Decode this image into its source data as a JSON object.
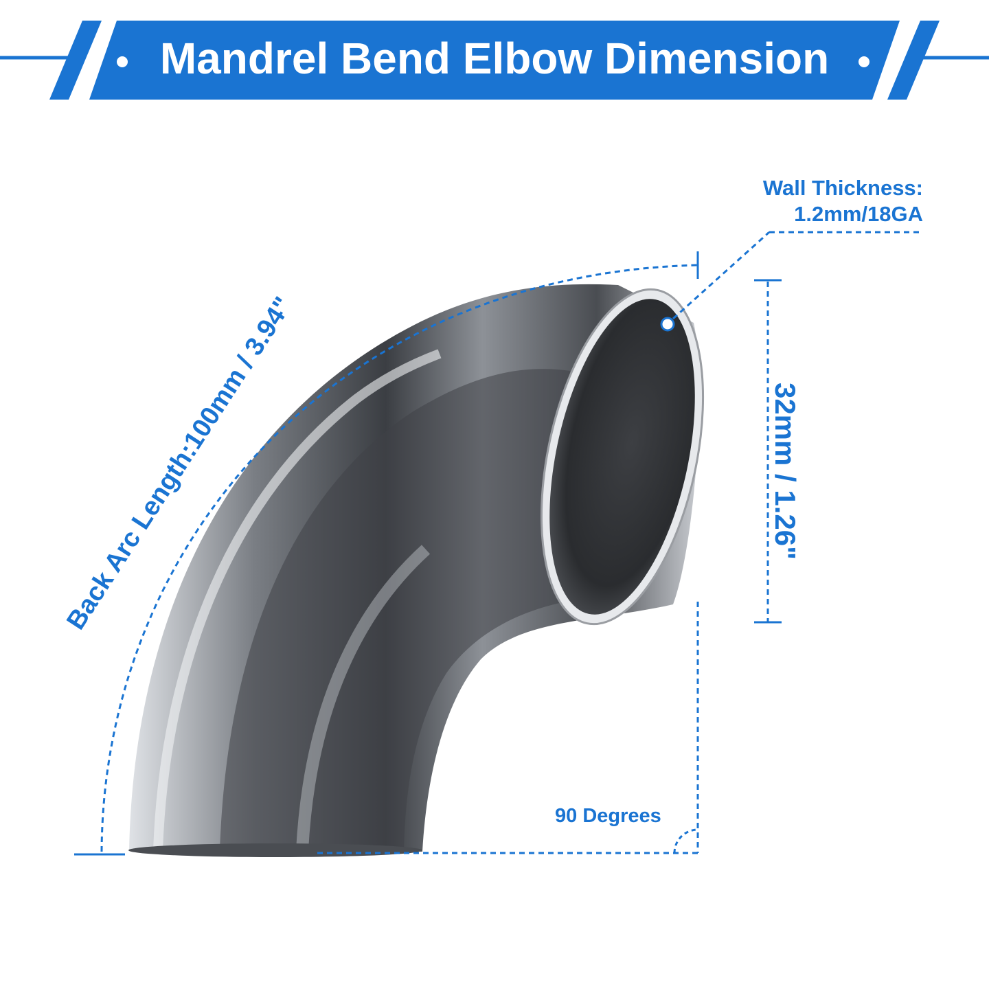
{
  "banner": {
    "title": "Mandrel Bend Elbow Dimension",
    "color": "#1a74d2"
  },
  "wall_thickness": {
    "title": "Wall Thickness:",
    "value": "1.2mm/18GA"
  },
  "diameter": {
    "label": "32mm / 1.26\""
  },
  "back_arc": {
    "label": "Back Arc Length:100mm / 3.94\""
  },
  "angle": {
    "label": "90 Degrees"
  },
  "colors": {
    "accent": "#1a74d2",
    "pipe_dark": "#3a3d42",
    "pipe_light": "#e8eaed",
    "background": "#ffffff"
  },
  "object": {
    "name": "stainless-steel-90-degree-elbow"
  }
}
